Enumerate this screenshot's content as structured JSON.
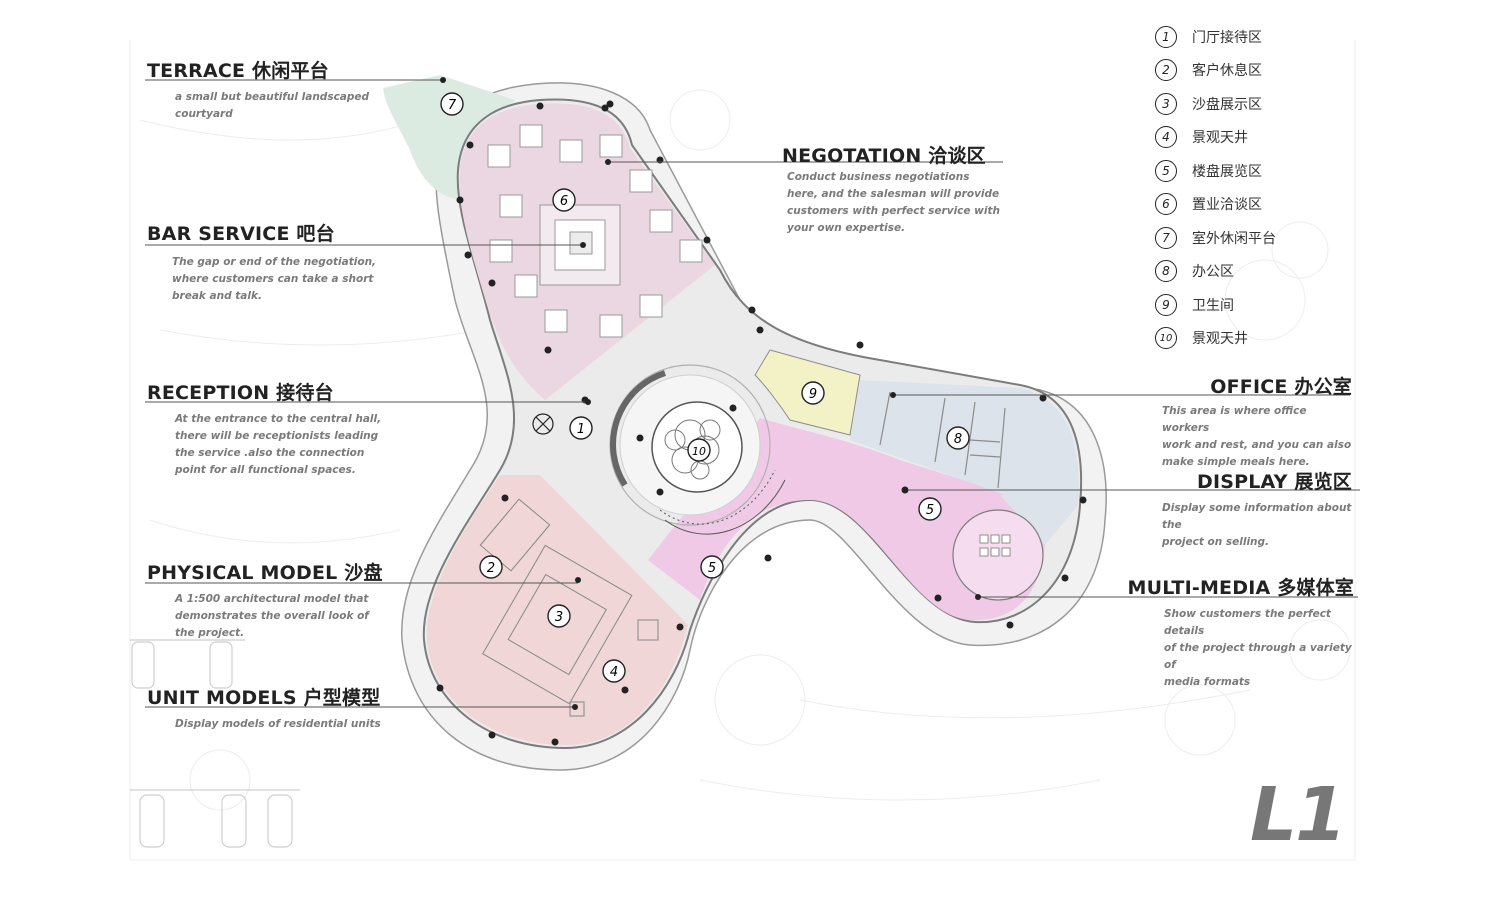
{
  "labels": {
    "terrace": {
      "title": "TERRACE 休闲平台",
      "desc": [
        "a small but beautiful landscaped",
        "courtyard"
      ]
    },
    "bar": {
      "title": "BAR SERVICE 吧台",
      "desc": [
        "The gap or end of the negotiation,",
        "where customers can take a short",
        "break and talk."
      ]
    },
    "reception": {
      "title": "RECEPTION 接待台",
      "desc": [
        "At the entrance to the central hall,",
        "there will be receptionists leading",
        "the service .also the connection",
        "point for all functional spaces."
      ]
    },
    "model": {
      "title": "PHYSICAL MODEL 沙盘",
      "desc": [
        "A 1:500 architectural model that",
        "demonstrates the overall look of",
        "the project."
      ]
    },
    "units": {
      "title": "UNIT MODELS 户型模型",
      "desc": [
        "Display models of residential units"
      ]
    },
    "negotiation": {
      "title": "NEGOTATION 洽谈区",
      "desc": [
        "Conduct business negotiations",
        "here, and the salesman will provide",
        "customers with perfect service with",
        "your own expertise."
      ]
    },
    "office": {
      "title": "OFFICE 办公室",
      "desc": [
        "This area is where office workers",
        "work and rest, and you can also",
        "make simple meals here."
      ]
    },
    "display": {
      "title": "DISPLAY 展览区",
      "desc": [
        "Display some information about the",
        "project on selling."
      ]
    },
    "media": {
      "title": "MULTI-MEDIA 多媒体室",
      "desc": [
        "Show customers the perfect details",
        "of the project through a variety of",
        "media formats"
      ]
    }
  },
  "legend": [
    {
      "num": "1",
      "text": "门厅接待区"
    },
    {
      "num": "2",
      "text": "客户休息区"
    },
    {
      "num": "3",
      "text": "沙盘展示区"
    },
    {
      "num": "4",
      "text": "景观天井"
    },
    {
      "num": "5",
      "text": "楼盘展览区"
    },
    {
      "num": "6",
      "text": "置业洽谈区"
    },
    {
      "num": "7",
      "text": "室外休闲平台"
    },
    {
      "num": "8",
      "text": "办公区"
    },
    {
      "num": "9",
      "text": "卫生间"
    },
    {
      "num": "10",
      "text": "景观天井"
    }
  ],
  "plan_markers": [
    "1",
    "2",
    "3",
    "4",
    "5",
    "5",
    "6",
    "7",
    "8",
    "9",
    "10"
  ],
  "level": "L1",
  "colors": {
    "negotiation_zone": "#ead7e2",
    "terrace_zone": "#dcebe2",
    "model_zone": "#f0d6d6",
    "display_zone": "#efc9e6",
    "office_zone": "#dde3ea",
    "wc_zone": "#f2f2c6",
    "floor": "#efefef",
    "wall": "#8c8c8c"
  }
}
